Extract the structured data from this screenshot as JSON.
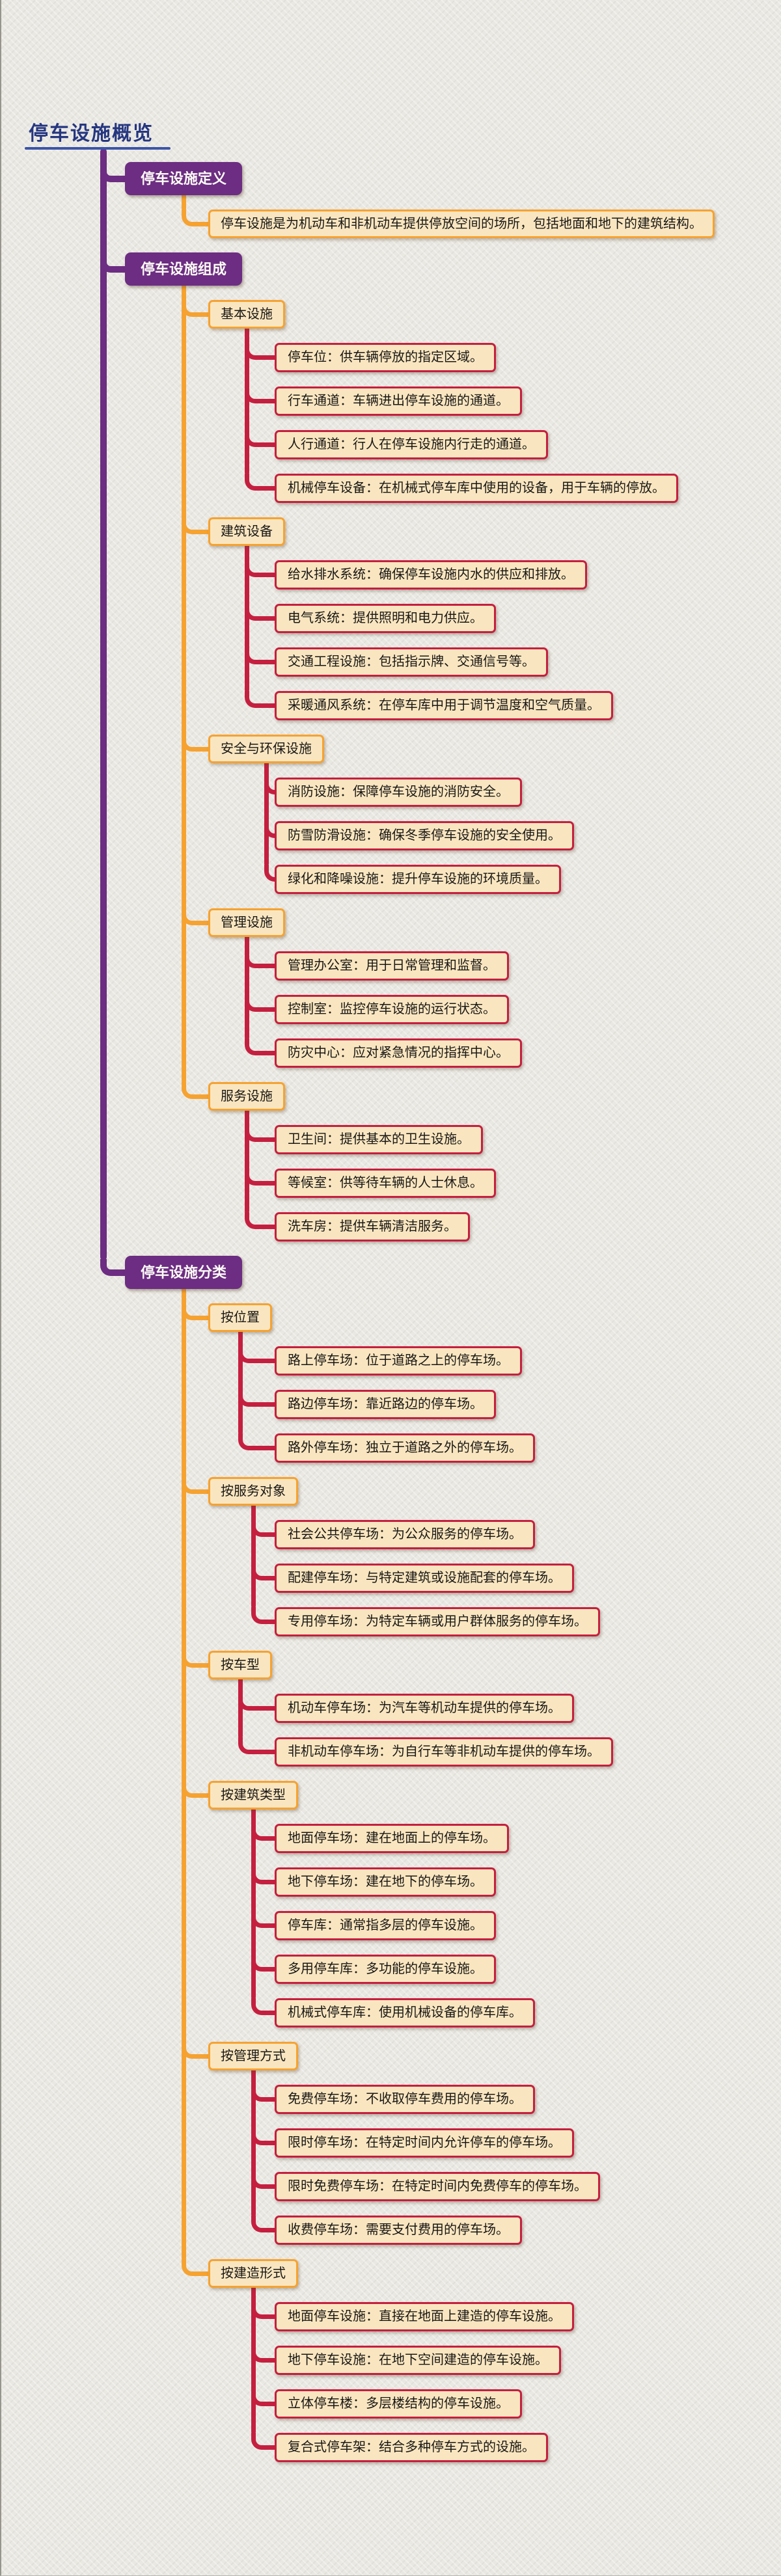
{
  "page": {
    "title": "停车设施概览"
  },
  "colors": {
    "purple": "#6C2D82",
    "orange": "#F6A231",
    "red": "#C51F3F",
    "cream": "#F9E6C0",
    "title_blue": "#253680",
    "underline_blue": "#3C55A8",
    "background": "#EAE8E2"
  },
  "mindmap": {
    "branches": [
      {
        "label": "停车设施定义",
        "children": [
          {
            "label": "停车设施是为机动车和非机动车提供停放空间的场所，包括地面和地下的建筑结构。"
          }
        ]
      },
      {
        "label": "停车设施组成",
        "children": [
          {
            "label": "基本设施",
            "children": [
              {
                "label": "停车位：供车辆停放的指定区域。"
              },
              {
                "label": "行车通道：车辆进出停车设施的通道。"
              },
              {
                "label": "人行通道：行人在停车设施内行走的通道。"
              },
              {
                "label": "机械停车设备：在机械式停车库中使用的设备，用于车辆的停放。"
              }
            ]
          },
          {
            "label": "建筑设备",
            "children": [
              {
                "label": "给水排水系统：确保停车设施内水的供应和排放。"
              },
              {
                "label": "电气系统：提供照明和电力供应。"
              },
              {
                "label": "交通工程设施：包括指示牌、交通信号等。"
              },
              {
                "label": "采暖通风系统：在停车库中用于调节温度和空气质量。"
              }
            ]
          },
          {
            "label": "安全与环保设施",
            "children": [
              {
                "label": "消防设施：保障停车设施的消防安全。"
              },
              {
                "label": "防雪防滑设施：确保冬季停车设施的安全使用。"
              },
              {
                "label": "绿化和降噪设施：提升停车设施的环境质量。"
              }
            ]
          },
          {
            "label": "管理设施",
            "children": [
              {
                "label": "管理办公室：用于日常管理和监督。"
              },
              {
                "label": "控制室：监控停车设施的运行状态。"
              },
              {
                "label": "防灾中心：应对紧急情况的指挥中心。"
              }
            ]
          },
          {
            "label": "服务设施",
            "children": [
              {
                "label": "卫生间：提供基本的卫生设施。"
              },
              {
                "label": "等候室：供等待车辆的人士休息。"
              },
              {
                "label": "洗车房：提供车辆清洁服务。"
              }
            ]
          }
        ]
      },
      {
        "label": "停车设施分类",
        "children": [
          {
            "label": "按位置",
            "children": [
              {
                "label": "路上停车场：位于道路之上的停车场。"
              },
              {
                "label": "路边停车场：靠近路边的停车场。"
              },
              {
                "label": "路外停车场：独立于道路之外的停车场。"
              }
            ]
          },
          {
            "label": "按服务对象",
            "children": [
              {
                "label": "社会公共停车场：为公众服务的停车场。"
              },
              {
                "label": "配建停车场：与特定建筑或设施配套的停车场。"
              },
              {
                "label": "专用停车场：为特定车辆或用户群体服务的停车场。"
              }
            ]
          },
          {
            "label": "按车型",
            "children": [
              {
                "label": "机动车停车场：为汽车等机动车提供的停车场。"
              },
              {
                "label": "非机动车停车场：为自行车等非机动车提供的停车场。"
              }
            ]
          },
          {
            "label": "按建筑类型",
            "children": [
              {
                "label": "地面停车场：建在地面上的停车场。"
              },
              {
                "label": "地下停车场：建在地下的停车场。"
              },
              {
                "label": "停车库：通常指多层的停车设施。"
              },
              {
                "label": "多用停车库：多功能的停车设施。"
              },
              {
                "label": "机械式停车库：使用机械设备的停车库。"
              }
            ]
          },
          {
            "label": "按管理方式",
            "children": [
              {
                "label": "免费停车场：不收取停车费用的停车场。"
              },
              {
                "label": "限时停车场：在特定时间内允许停车的停车场。"
              },
              {
                "label": "限时免费停车场：在特定时间内免费停车的停车场。"
              },
              {
                "label": "收费停车场：需要支付费用的停车场。"
              }
            ]
          },
          {
            "label": "按建造形式",
            "children": [
              {
                "label": "地面停车设施：直接在地面上建造的停车设施。"
              },
              {
                "label": "地下停车设施：在地下空间建造的停车设施。"
              },
              {
                "label": "立体停车楼：多层楼结构的停车设施。"
              },
              {
                "label": "复合式停车架：结合多种停车方式的设施。"
              }
            ]
          }
        ]
      }
    ]
  }
}
